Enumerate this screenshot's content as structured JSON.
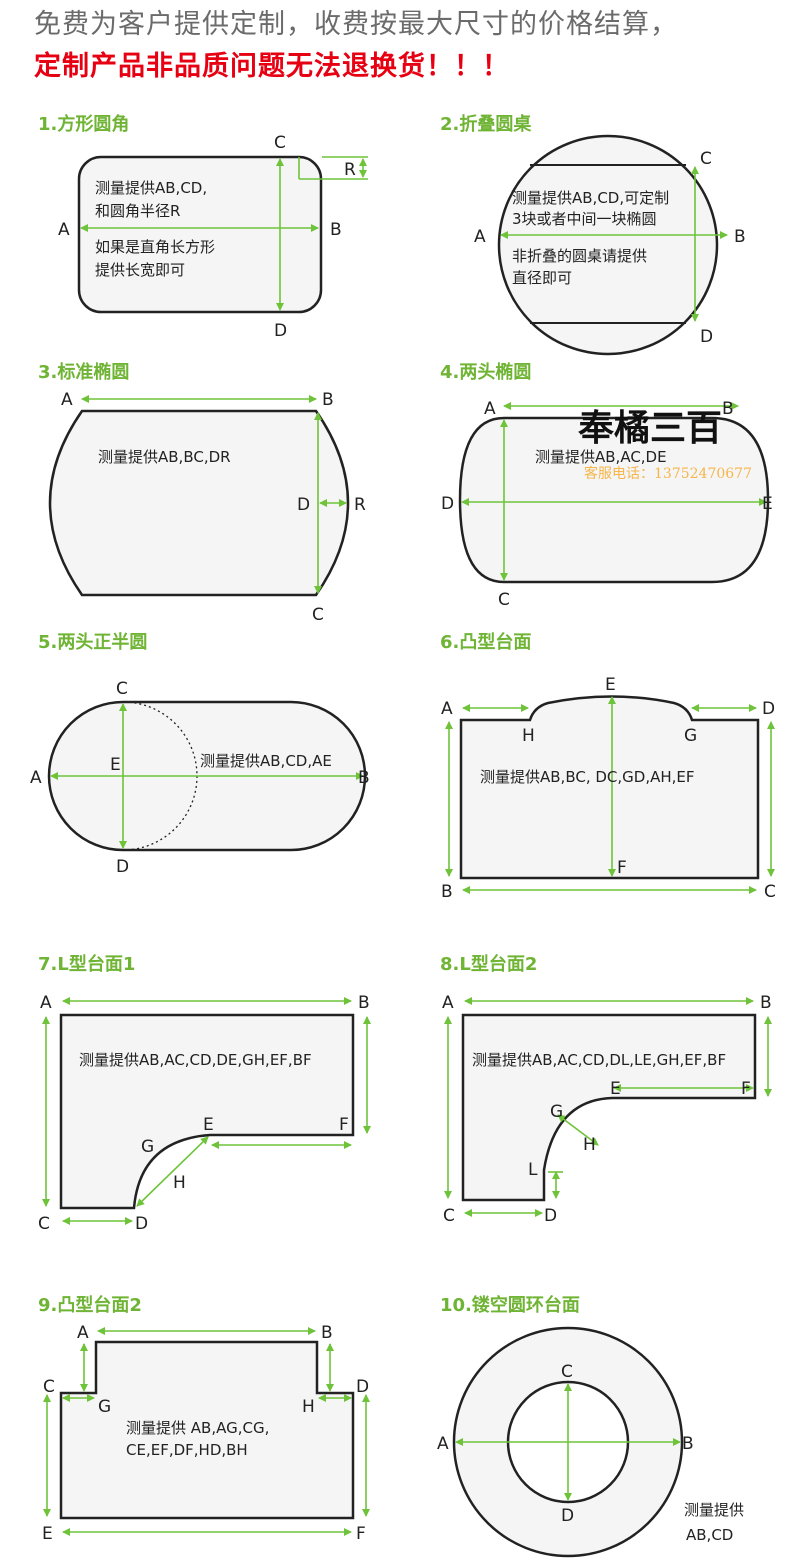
{
  "header": {
    "line1": "免费为客户提供定制，收费按最大尺寸的价格结算，",
    "line2": "定制产品非品质问题无法退换货！！！"
  },
  "watermark": {
    "seal": "奉橘三百",
    "phone": "客服电话：13752470677"
  },
  "colors": {
    "arrow": "#6fc33a",
    "section_title": "#6fb434",
    "warning": "#e60012",
    "shape_fill": "#f5f5f5"
  },
  "sections": [
    {
      "title": "1.方形圆角",
      "note": [
        "测量提供AB,CD,",
        "和圆角半径R",
        "如果是直角长方形",
        "提供长宽即可"
      ],
      "labels": [
        "A",
        "B",
        "C",
        "D",
        "R"
      ]
    },
    {
      "title": "2.折叠圆桌",
      "note": [
        "测量提供AB,CD,可定制",
        "3块或者中间一块椭圆",
        "非折叠的圆桌请提供",
        "直径即可"
      ],
      "labels": [
        "A",
        "B",
        "C",
        "D"
      ]
    },
    {
      "title": "3.标准椭圆",
      "note": [
        "测量提供AB,BC,DR"
      ],
      "labels": [
        "A",
        "B",
        "C",
        "D",
        "R"
      ]
    },
    {
      "title": "4.两头椭圆",
      "note": [
        "测量提供AB,AC,DE"
      ],
      "labels": [
        "A",
        "B",
        "C",
        "D",
        "E"
      ]
    },
    {
      "title": "5.两头正半圆",
      "note": [
        "测量提供AB,CD,AE"
      ],
      "labels": [
        "A",
        "B",
        "C",
        "D",
        "E"
      ]
    },
    {
      "title": "6.凸型台面",
      "note": [
        "测量提供AB,BC, DC,GD,AH,EF"
      ],
      "labels": [
        "A",
        "B",
        "C",
        "D",
        "E",
        "F",
        "G",
        "H"
      ]
    },
    {
      "title": "7.L型台面1",
      "note": [
        "测量提供AB,AC,CD,DE,GH,EF,BF"
      ],
      "labels": [
        "A",
        "B",
        "C",
        "D",
        "E",
        "F",
        "G",
        "H"
      ]
    },
    {
      "title": "8.L型台面2",
      "note": [
        "测量提供AB,AC,CD,DL,LE,GH,EF,BF"
      ],
      "labels": [
        "A",
        "B",
        "C",
        "D",
        "E",
        "F",
        "G",
        "H",
        "L"
      ]
    },
    {
      "title": "9.凸型台面2",
      "note": [
        "测量提供 AB,AG,CG,",
        "CE,EF,DF,HD,BH"
      ],
      "labels": [
        "A",
        "B",
        "C",
        "D",
        "E",
        "F",
        "G",
        "H"
      ]
    },
    {
      "title": "10.镂空圆环台面",
      "note": [
        "测量提供",
        "AB,CD"
      ],
      "labels": [
        "A",
        "B",
        "C",
        "D"
      ]
    }
  ]
}
